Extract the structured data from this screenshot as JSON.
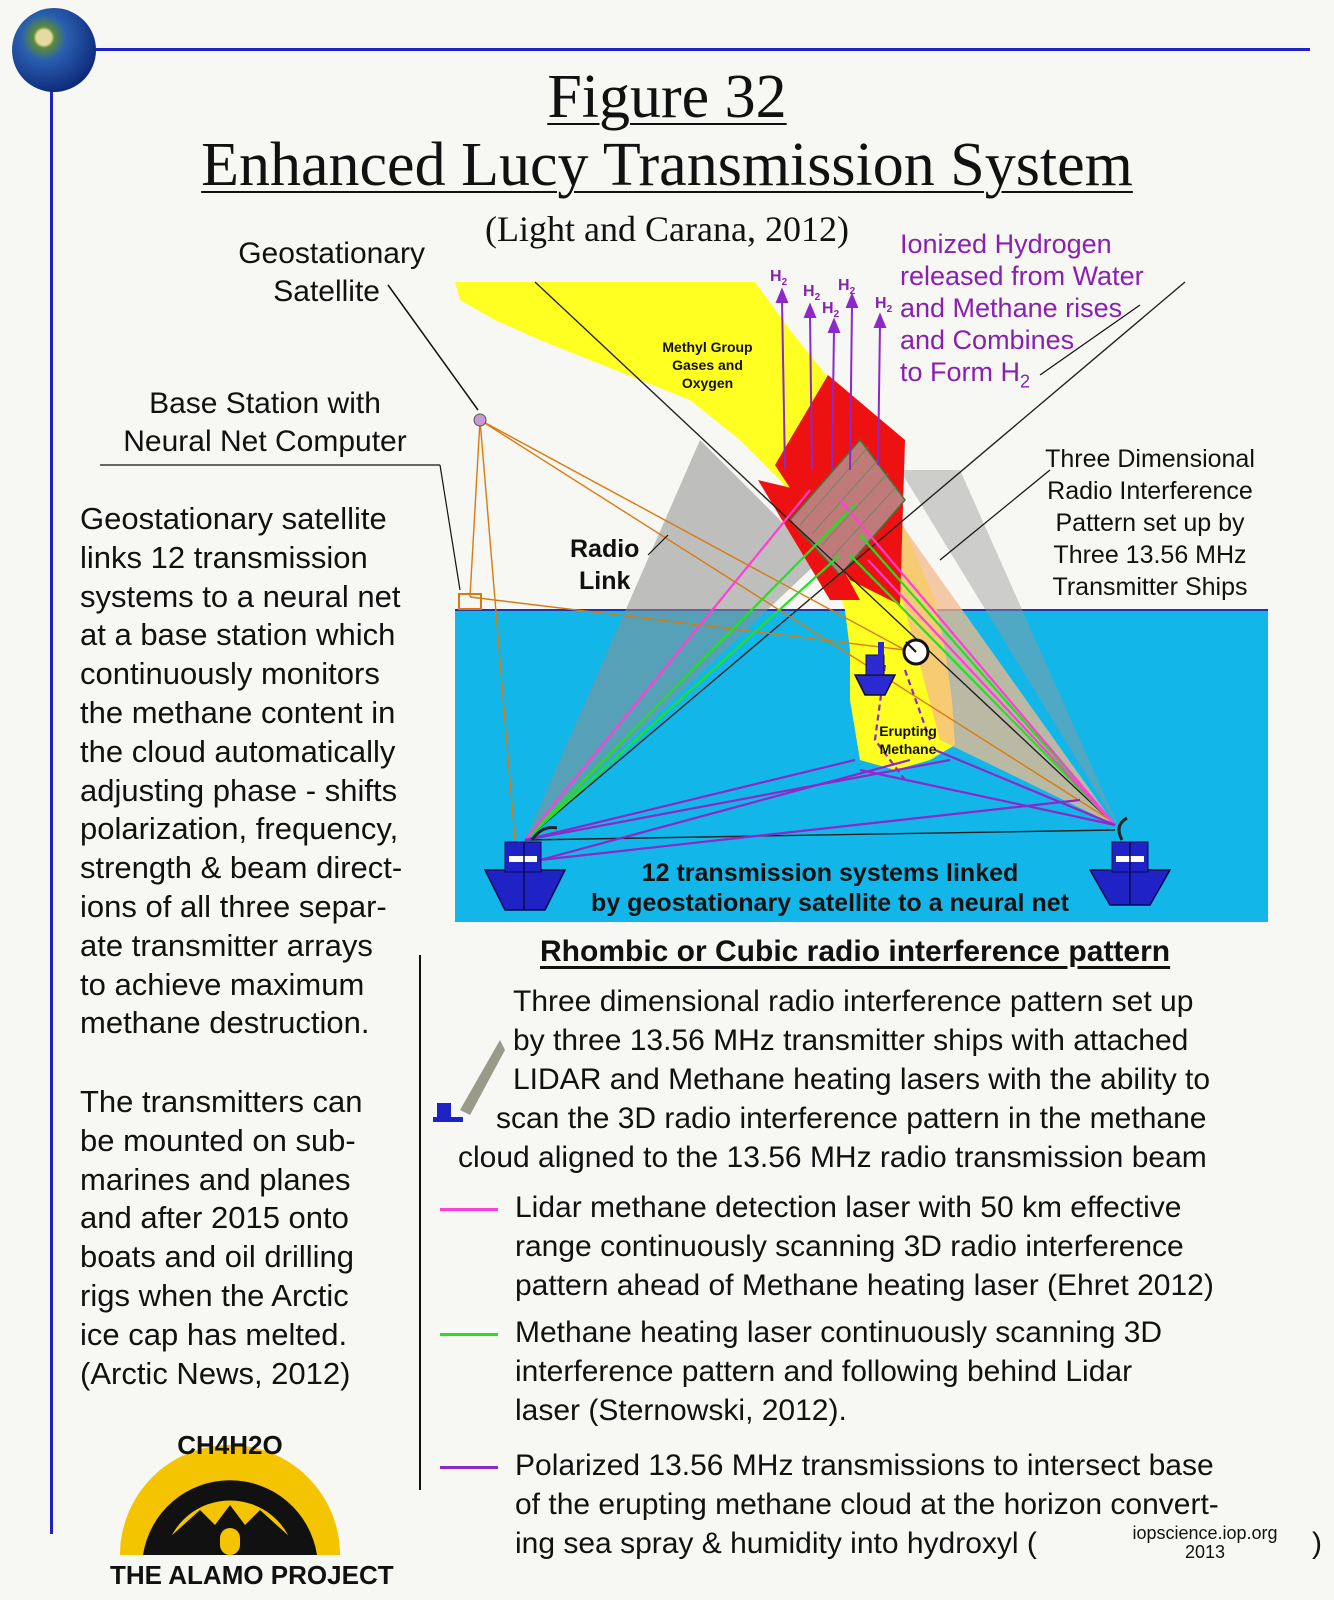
{
  "header": {
    "figure_number": "Figure 32",
    "title": "Enhanced  Lucy Transmission System",
    "citation": "(Light and Carana, 2012)"
  },
  "labels": {
    "geostationary": [
      "Geostationary",
      "Satellite"
    ],
    "base_station": [
      "Base Station with",
      "Neural Net Computer"
    ],
    "radio_link": [
      "Radio",
      "Link"
    ],
    "methyl": [
      "Methyl Group",
      "Gases and",
      "Oxygen"
    ],
    "erupting": [
      "Erupting",
      "Methane"
    ],
    "three_dim": [
      "Three Dimensional",
      "Radio Interference",
      "Pattern set up by",
      "Three 13.56 MHz",
      "Transmitter Ships"
    ],
    "ionized": [
      "Ionized Hydrogen",
      "released from Water",
      "and Methane rises",
      "and Combines",
      "to Form H"
    ],
    "ionized_sub": "2",
    "h2": "H",
    "h2_sub": "2",
    "ocean_caption": [
      "12 transmission  systems linked",
      "by geostationary satellite to a neural net"
    ]
  },
  "left_text": {
    "para1": [
      "Geostationary satellite",
      "links 12   transmission",
      "systems to a neural net",
      "at a base station  which",
      "continuously   monitors",
      "the methane content in",
      "the cloud automatically",
      "adjusting phase - shifts",
      "polarization, frequency,",
      "strength & beam direct-",
      "ions of all three separ-",
      "ate transmitter arrays",
      "to achieve maximum",
      "methane destruction."
    ],
    "para2": [
      "The transmitters can",
      "be mounted on sub-",
      "marines  and planes",
      "and  after 2015 onto",
      "boats and oil  drilling",
      "rigs when the  Arctic",
      "ice  cap  has melted.",
      "(Arctic News, 2012)"
    ]
  },
  "legend": {
    "heading": "Rhombic or Cubic radio interference pattern",
    "intro": [
      "Three  dimensional  radio  interference pattern set up",
      "by three 13.56 MHz transmitter ships  with   attached",
      "LIDAR and Methane heating lasers with the ability to",
      "scan the 3D radio interference pattern in the methane",
      "cloud aligned to the 13.56 MHz radio transmission beam"
    ],
    "items": [
      {
        "color": "#ff3fd6",
        "lines": [
          "Lidar methane detection laser with 50 km effective",
          "range continuously scanning 3D radio interference",
          "pattern ahead of Methane heating laser (Ehret 2012)"
        ]
      },
      {
        "color": "#22e022",
        "lines": [
          "Methane heating laser continuously scanning 3D",
          "interference pattern and following behind Lidar",
          "laser (Sternowski, 2012)."
        ]
      },
      {
        "color": "#8e28c9",
        "lines": [
          "Polarized 13.56 MHz transmissions to intersect base",
          "of the erupting methane cloud at the horizon convert-",
          "ing sea spray & humidity into hydroxyl ("
        ]
      }
    ],
    "ref_site": "iopscience.iop.org",
    "ref_year": "2013",
    "close_paren": ")"
  },
  "logo": {
    "formula": "CH4H2O",
    "name": "THE ALAMO PROJECT"
  },
  "colors": {
    "frame_blue": "#1f22c4",
    "sea": "#13b6e8",
    "cloud": "#ffff22",
    "red_zone": "#ee1111",
    "ion_text": "#8a1fb0"
  }
}
